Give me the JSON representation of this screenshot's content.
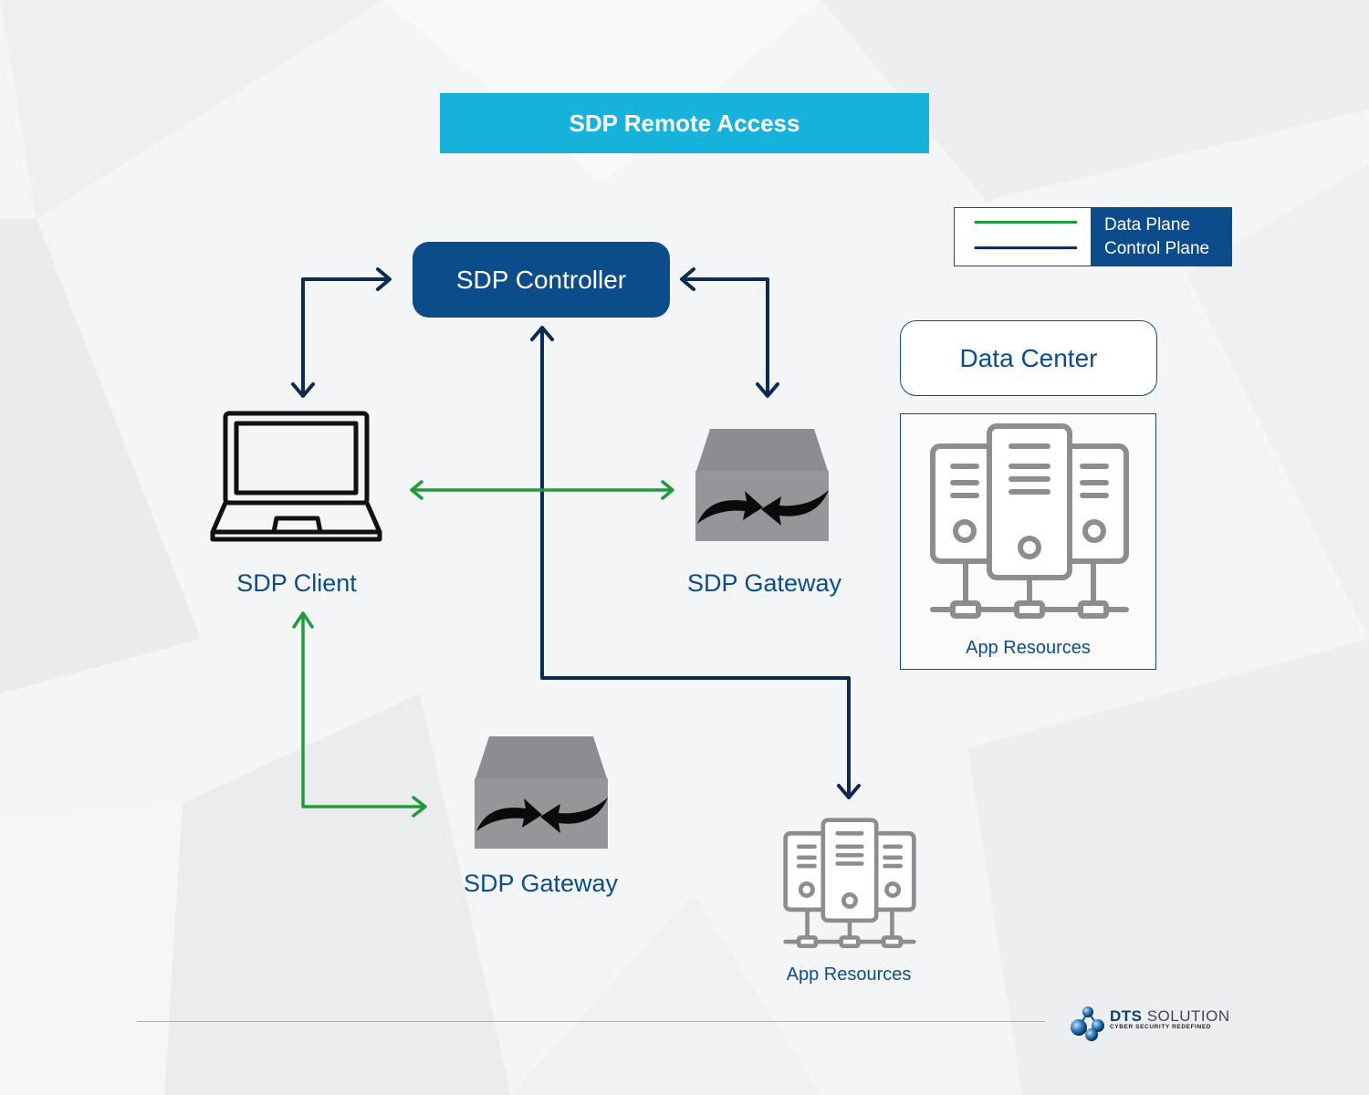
{
  "title": "SDP Remote Access",
  "legend": {
    "data_plane": "Data Plane",
    "control_plane": "Control Plane"
  },
  "nodes": {
    "controller": "SDP Controller",
    "client": "SDP Client",
    "gateway_top": "SDP Gateway",
    "gateway_bottom": "SDP Gateway",
    "data_center": "Data Center",
    "app_resources_dc": "App Resources",
    "app_resources_bottom": "App Resources"
  },
  "brand": {
    "name_a": "DTS",
    "name_b": " SOLUTION",
    "tagline": "CYBER SECURITY REDEFINED"
  },
  "colors": {
    "accent": "#17b2dc",
    "primary": "#0d4c8a",
    "control_plane": "#0d2a52",
    "data_plane": "#1f9b3b",
    "icon_gray": "#8c8d90"
  }
}
